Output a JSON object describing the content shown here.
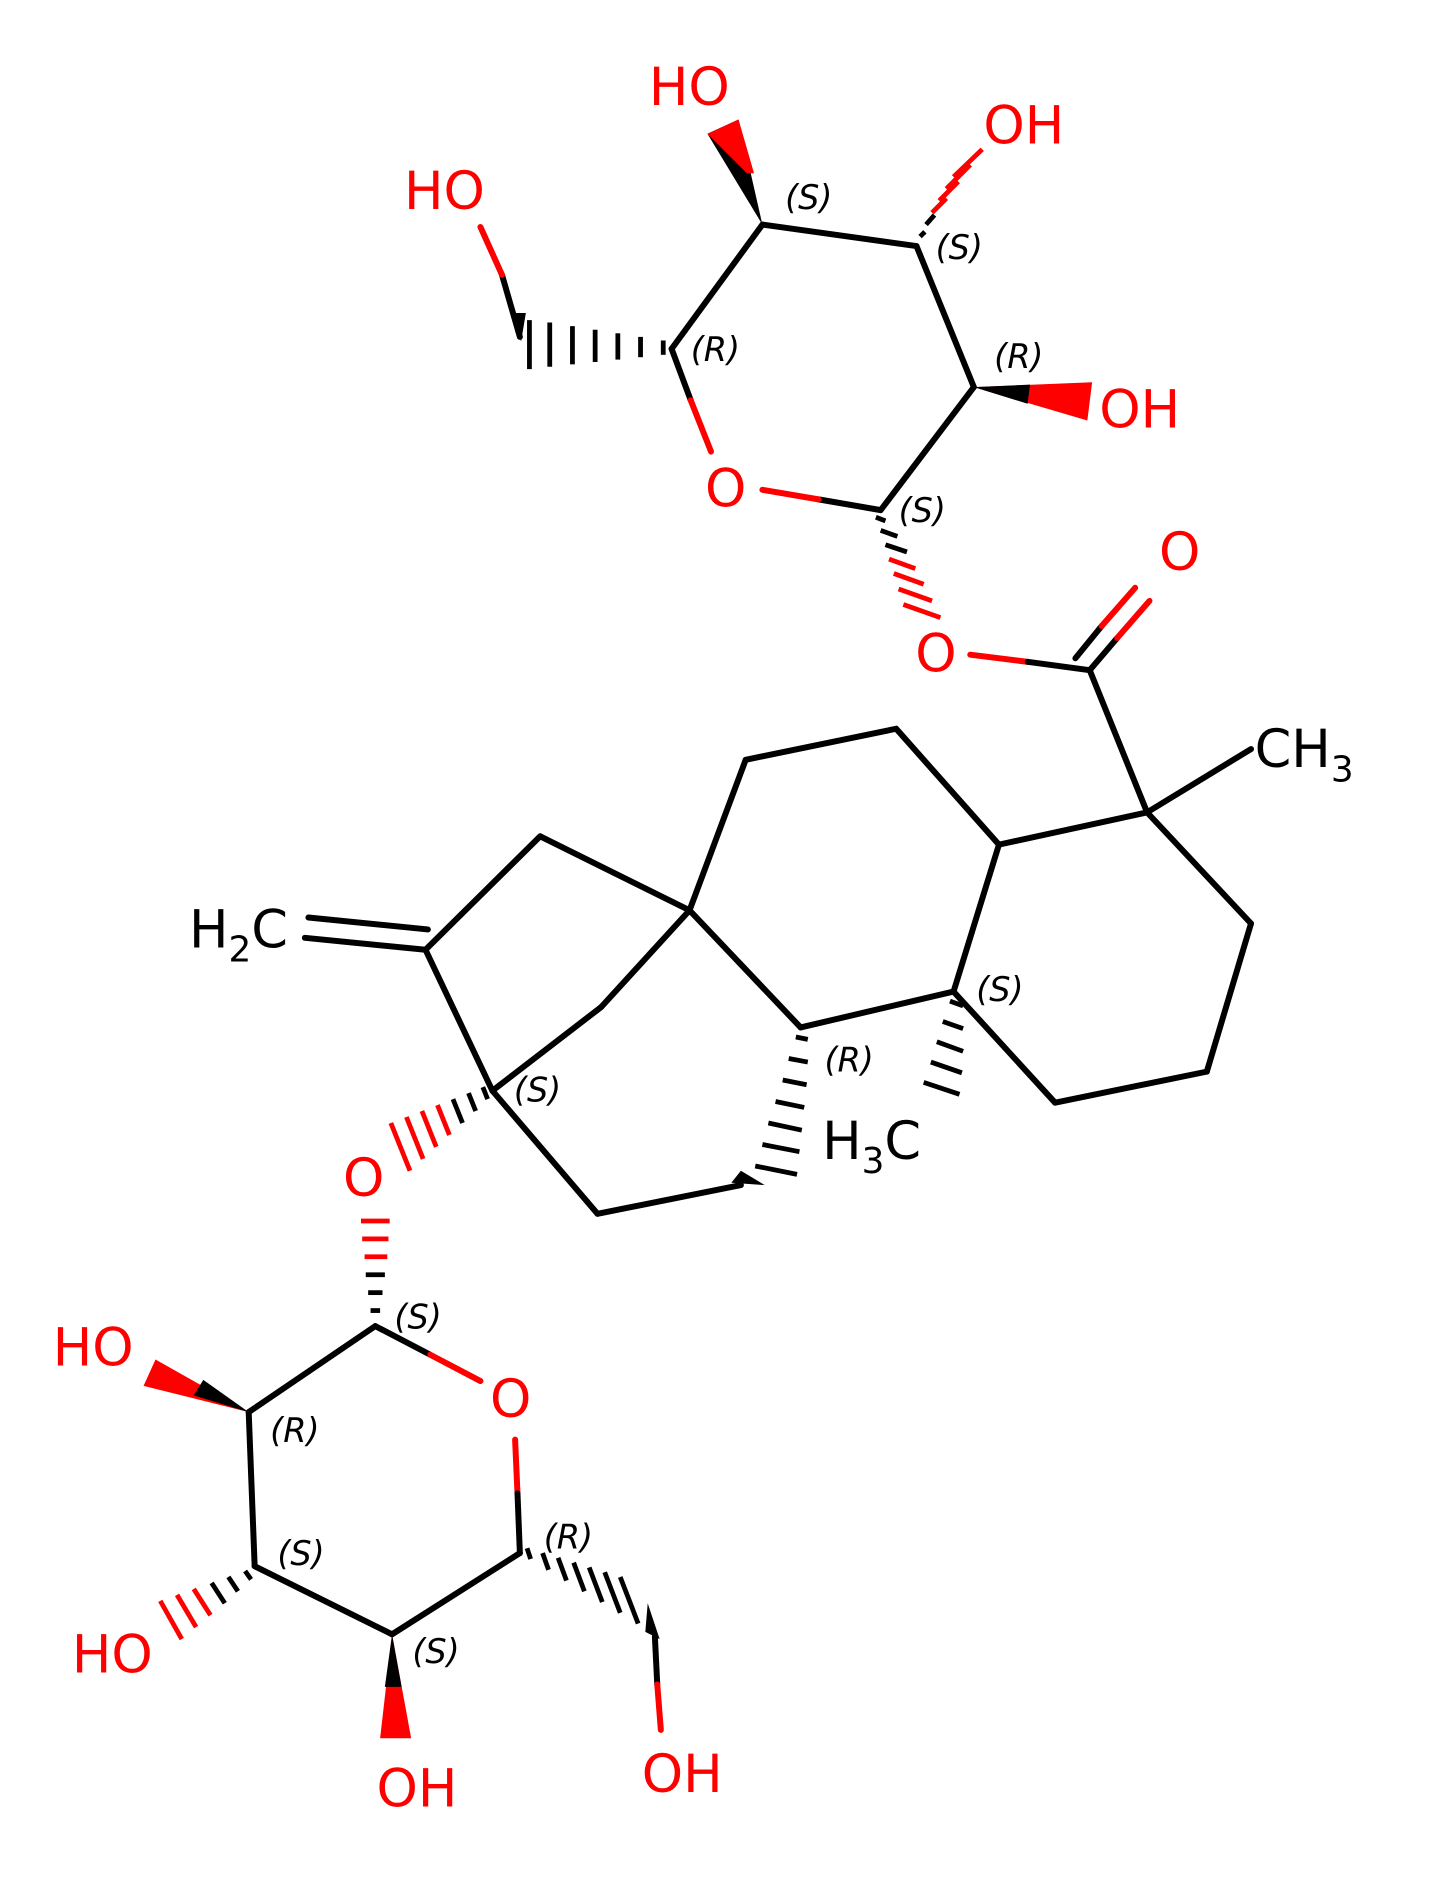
{
  "diagram": {
    "type": "chemical-structure",
    "colors": {
      "carbon": "#000000",
      "oxygen": "#ff0000",
      "background": "#ffffff"
    },
    "atom_labels": {
      "top_sugar": {
        "ho_ch2": "HO",
        "ho_c4": "HO",
        "oh_c3": "OH",
        "oh_c2": "OH",
        "ring_o": "O"
      },
      "ester": {
        "o_ester": "O",
        "o_carbonyl": "O"
      },
      "core": {
        "ch3": "CH",
        "ch3_sub": "3",
        "h2c_h": "H",
        "h2c_sub": "2",
        "h2c_c": "C",
        "h3c_h": "H",
        "h3c_sub": "3",
        "h3c_c": "C",
        "o_glyco": "O"
      },
      "bottom_sugar": {
        "ho_c2": "HO",
        "ho_c3": "HO",
        "oh_c4": "OH",
        "oh_ch2": "OH",
        "ring_o": "O"
      }
    },
    "stereo_labels": {
      "top_c5": "(R)",
      "top_c4": "(S)",
      "top_c3": "(S)",
      "top_c2": "(R)",
      "top_c1": "(S)",
      "core_c13": "(S)",
      "core_c9": "(R)",
      "core_c10": "(S)",
      "bot_c1": "(S)",
      "bot_c2": "(R)",
      "bot_c3": "(S)",
      "bot_c4": "(S)",
      "bot_c5": "(R)"
    }
  }
}
